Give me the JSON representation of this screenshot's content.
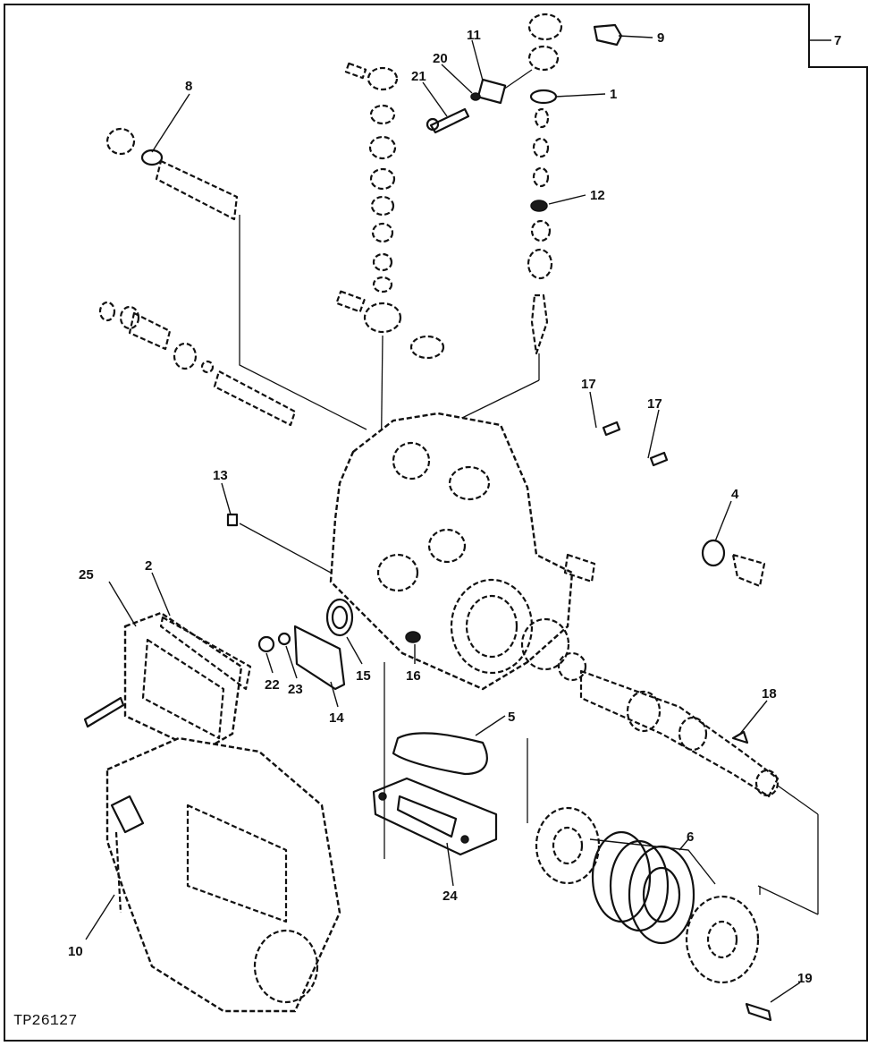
{
  "figure_code": "TP26127",
  "callouts": {
    "c1": "1",
    "c2": "2",
    "c4": "4",
    "c5": "5",
    "c6": "6",
    "c7": "7",
    "c8": "8",
    "c9": "9",
    "c10": "10",
    "c11": "11",
    "c12": "12",
    "c13": "13",
    "c14": "14",
    "c15": "15",
    "c16": "16",
    "c17a": "17",
    "c17b": "17",
    "c18": "18",
    "c19": "19",
    "c20": "20",
    "c21": "21",
    "c22": "22",
    "c23": "23",
    "c24": "24",
    "c25": "25"
  }
}
